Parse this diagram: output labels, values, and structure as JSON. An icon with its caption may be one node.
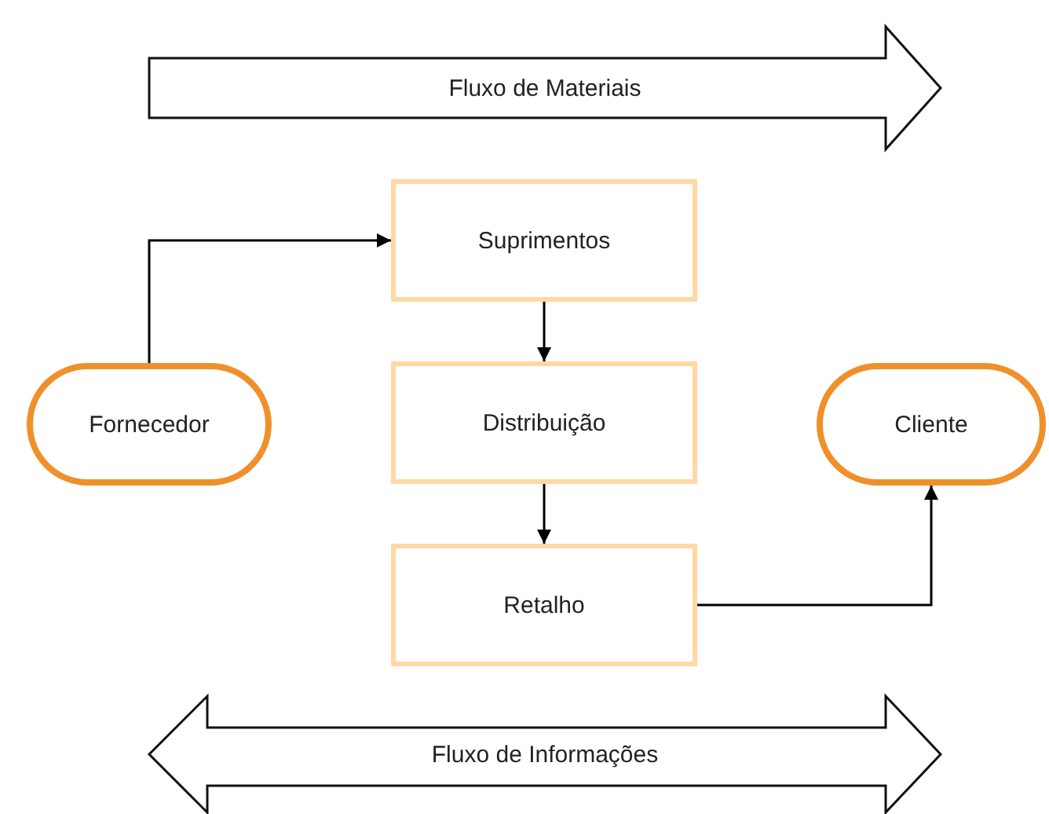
{
  "diagram": {
    "nodes": [
      {
        "text": [
          "Fluxo de Materiais"
        ]
      },
      {
        "text": [
          "Suprimentos"
        ]
      },
      {
        "text": [
          "Fornecedor"
        ]
      },
      {
        "text": [
          "Distribuição"
        ]
      },
      {
        "text": [
          "Cliente"
        ]
      },
      {
        "text": [
          "Retalho"
        ]
      },
      {
        "text": [
          "Fluxo de Informações"
        ]
      }
    ],
    "edges": [
      {
        "from": 2,
        "to": 1,
        "arrow": "to"
      },
      {
        "from": 1,
        "to": 3,
        "arrow": "to"
      },
      {
        "from": 3,
        "to": 5,
        "arrow": "to"
      },
      {
        "from": 5,
        "to": 4,
        "arrow": "to"
      }
    ]
  }
}
